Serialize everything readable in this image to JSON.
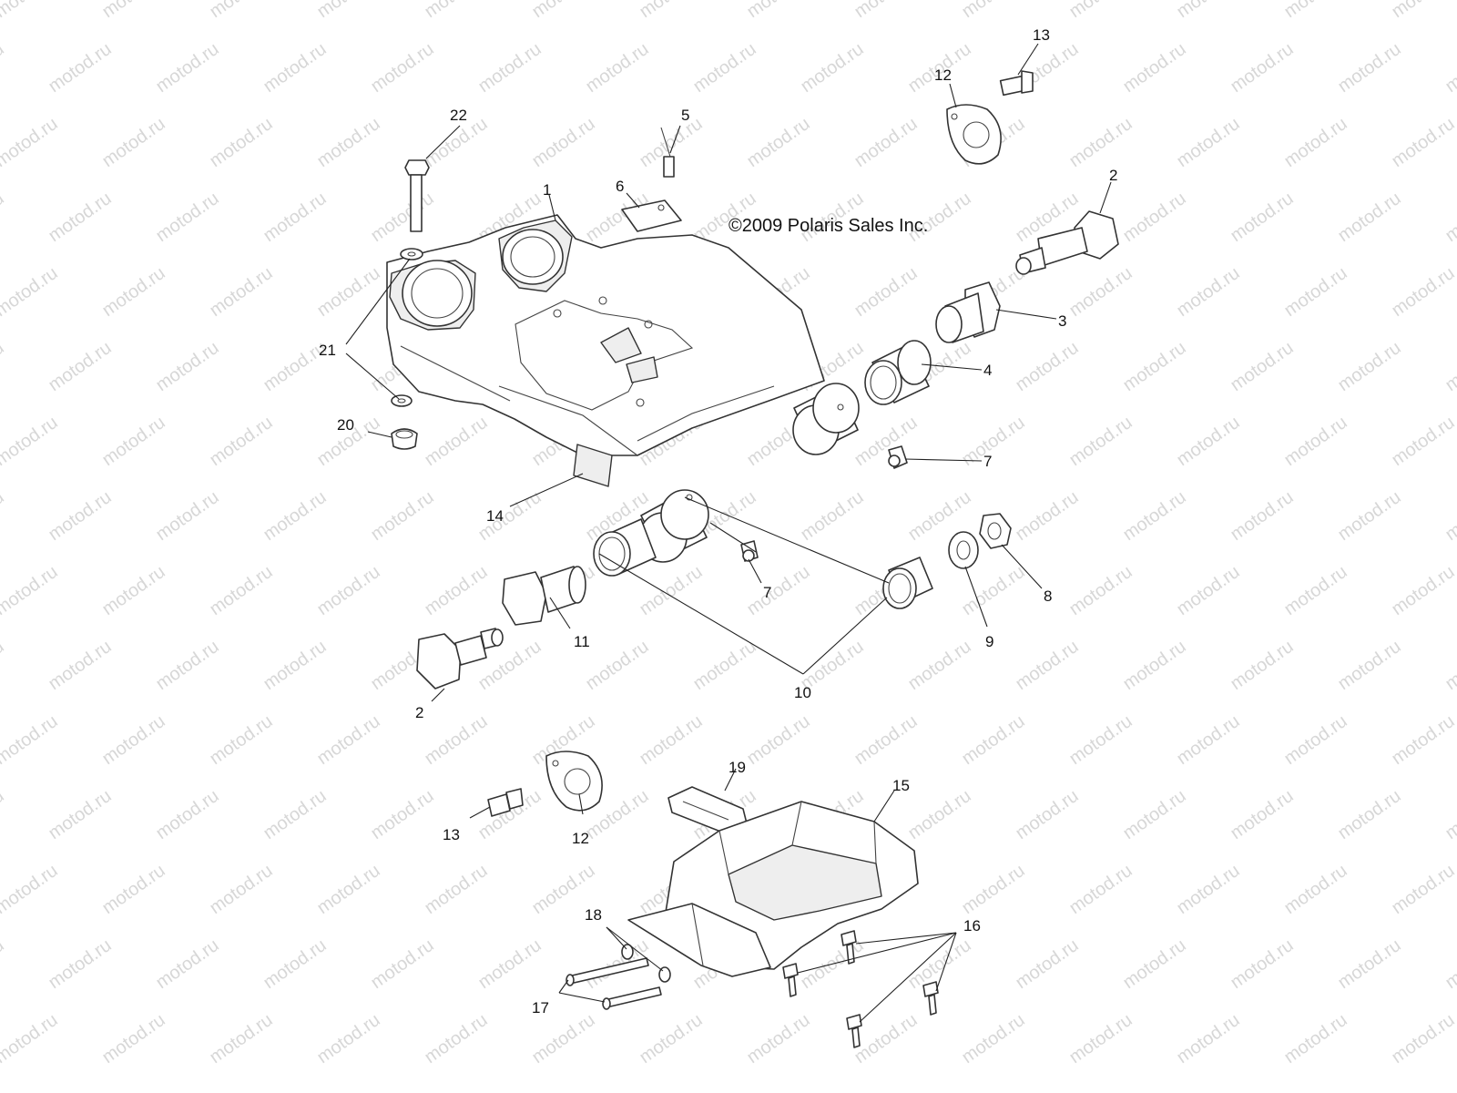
{
  "copyright": "©2009 Polaris Sales Inc.",
  "watermark": "motod.ru",
  "colors": {
    "line": "#333333",
    "watermark": "#d7d7d7",
    "background": "#ffffff"
  },
  "callouts": {
    "c1": "1",
    "c2a": "2",
    "c2b": "2",
    "c3": "3",
    "c4": "4",
    "c5": "5",
    "c6": "6",
    "c7a": "7",
    "c7b": "7",
    "c8": "8",
    "c9": "9",
    "c10": "10",
    "c11": "11",
    "c12a": "12",
    "c12b": "12",
    "c13a": "13",
    "c13b": "13",
    "c14": "14",
    "c15": "15",
    "c16": "16",
    "c17": "17",
    "c18": "18",
    "c19": "19",
    "c20": "20",
    "c21": "21",
    "c22": "22"
  }
}
